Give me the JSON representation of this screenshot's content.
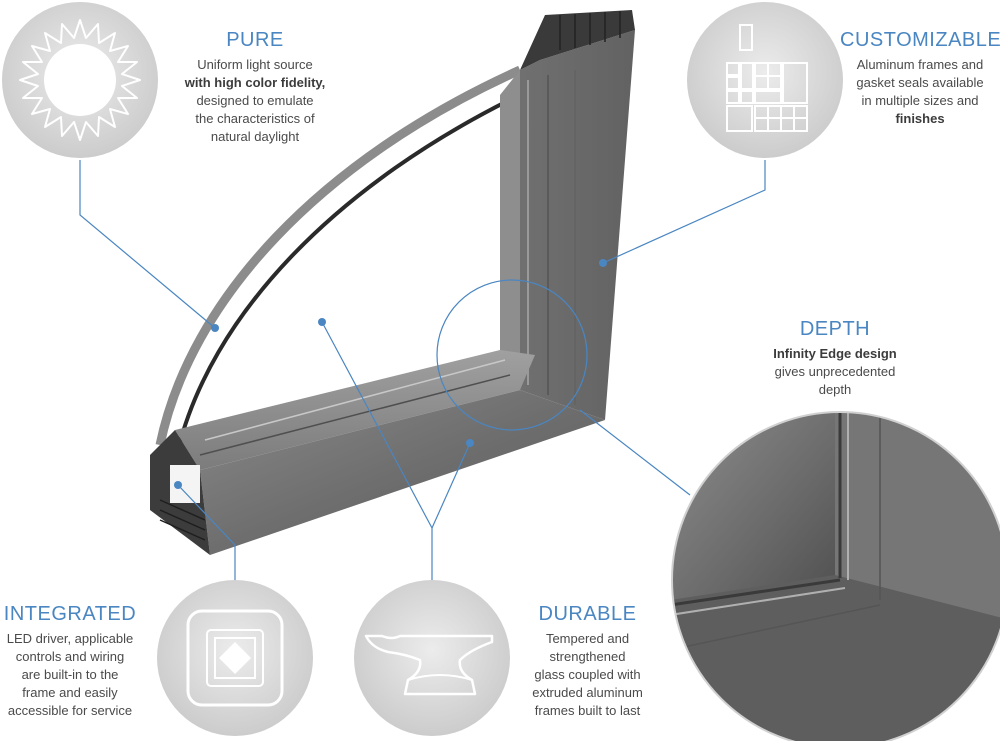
{
  "accent_color": "#4a86c2",
  "callouts": {
    "pure": {
      "icon": "sun-icon",
      "title": "PURE",
      "line1": "Uniform light source",
      "line2": "with high color fidelity,",
      "line3": "designed to emulate",
      "line4": "the characteristics of",
      "line5": "natural daylight"
    },
    "customizable": {
      "icon": "window-grid-icon",
      "title": "CUSTOMIZABLE",
      "line1": "Aluminum frames and",
      "line2": "gasket seals available",
      "line3": "in multiple sizes and",
      "line4": "finishes"
    },
    "depth": {
      "title": "DEPTH",
      "line1": "Infinity Edge design",
      "line2": "gives unprecedented",
      "line3": "depth"
    },
    "integrated": {
      "icon": "led-module-icon",
      "title": "INTEGRATED",
      "line1": "LED driver, applicable",
      "line2": "controls and wiring",
      "line3": "are built-in to the",
      "line4": "frame and easily",
      "line5": "accessible for service"
    },
    "durable": {
      "icon": "anvil-icon",
      "title": "DURABLE",
      "line1": "Tempered and",
      "line2": "strengthened",
      "line3": "glass coupled with",
      "line4": "extruded aluminum",
      "line5": "frames built to last"
    }
  }
}
